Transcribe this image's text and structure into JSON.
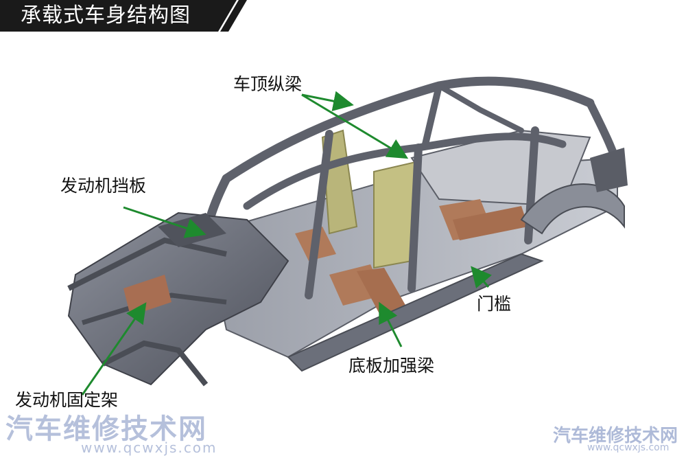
{
  "title": "承载式车身结构图",
  "labels": {
    "roof_rail": "车顶纵梁",
    "firewall": "发动机挡板",
    "door_sill": "门槛",
    "floor_beam": "底板加强梁",
    "engine_mount": "发动机固定架"
  },
  "watermark": {
    "left_text": "汽车维修技术网",
    "left_url": "www.qcwxjs.com",
    "right_text": "汽车维修技术网",
    "right_url": "www.qcwxjs.com"
  },
  "colors": {
    "title_bg": "#1a1a1a",
    "arrow": "#1e8a2e",
    "body_gray": "#6b6f7a",
    "reinforcement": "#b9b57a",
    "floor_copper": "#b07a5a"
  }
}
